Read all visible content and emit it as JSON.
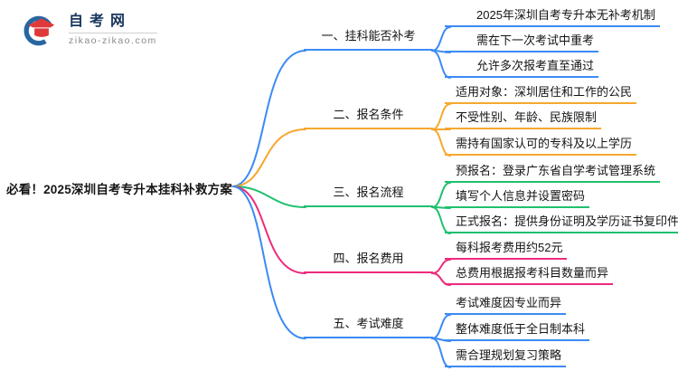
{
  "logo": {
    "title": "自考网",
    "domain": "zikao-zikao.com"
  },
  "central_topic": "必看！2025深圳自考专升本挂科补救方案",
  "colors": {
    "blue": "#3B8BF4",
    "orange": "#F7A72E",
    "green": "#1FC06E",
    "pink": "#EE2B7C",
    "logo_navy": "#16355c",
    "logo_crescent": "#2766A0",
    "logo_cap_red": "#E0393B"
  },
  "branches": [
    {
      "label": "一、挂科能否补考",
      "color": "blue",
      "leaves": [
        "2025年深圳自考专升本无补考机制",
        "需在下一次考试中重考",
        "允许多次报考直至通过"
      ]
    },
    {
      "label": "二、报名条件",
      "color": "orange",
      "leaves": [
        "适用对象：深圳居住和工作的公民",
        "不受性别、年龄、民族限制",
        "需持有国家认可的专科及以上学历"
      ]
    },
    {
      "label": "三、报名流程",
      "color": "green",
      "leaves": [
        "预报名：登录广东省自学考试管理系统",
        "填写个人信息并设置密码",
        "正式报名：提供身份证明及学历证书复印件"
      ]
    },
    {
      "label": "四、报名费用",
      "color": "pink",
      "leaves": [
        "每科报考费用约52元",
        "总费用根据报考科目数量而异"
      ]
    },
    {
      "label": "五、考试难度",
      "color": "blue",
      "leaves": [
        "考试难度因专业而异",
        "整体难度低于全日制本科",
        "需合理规划复习策略"
      ]
    }
  ]
}
